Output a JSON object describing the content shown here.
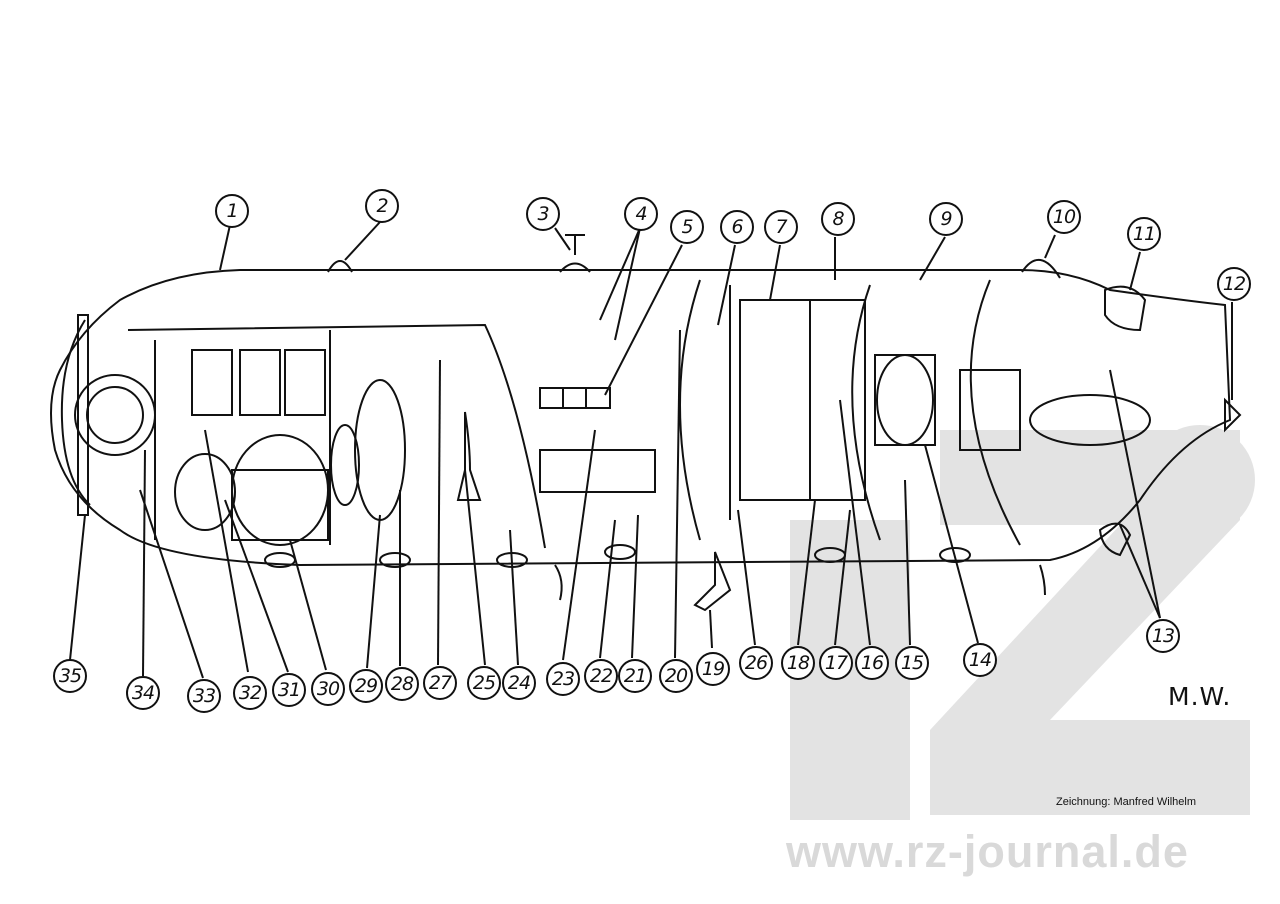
{
  "callouts": [
    {
      "label": "1"
    },
    {
      "label": "2"
    },
    {
      "label": "3"
    },
    {
      "label": "4"
    },
    {
      "label": "5"
    },
    {
      "label": "6"
    },
    {
      "label": "7"
    },
    {
      "label": "8"
    },
    {
      "label": "9"
    },
    {
      "label": "10"
    },
    {
      "label": "11"
    },
    {
      "label": "12"
    },
    {
      "label": "13"
    },
    {
      "label": "14"
    },
    {
      "label": "15"
    },
    {
      "label": "16"
    },
    {
      "label": "17"
    },
    {
      "label": "18"
    },
    {
      "label": "26"
    },
    {
      "label": "19"
    },
    {
      "label": "20"
    },
    {
      "label": "21"
    },
    {
      "label": "22"
    },
    {
      "label": "23"
    },
    {
      "label": "24"
    },
    {
      "label": "25"
    },
    {
      "label": "27"
    },
    {
      "label": "28"
    },
    {
      "label": "29"
    },
    {
      "label": "30"
    },
    {
      "label": "31"
    },
    {
      "label": "32"
    },
    {
      "label": "33"
    },
    {
      "label": "34"
    },
    {
      "label": "35"
    }
  ],
  "signature": "M.W.",
  "credit": "Zeichnung: Manfred Wilhelm",
  "watermark_site": "www.rz-journal.de",
  "colors": {
    "ink": "#111111",
    "watermark": "#d9d9d9",
    "paper": "#ffffff"
  }
}
